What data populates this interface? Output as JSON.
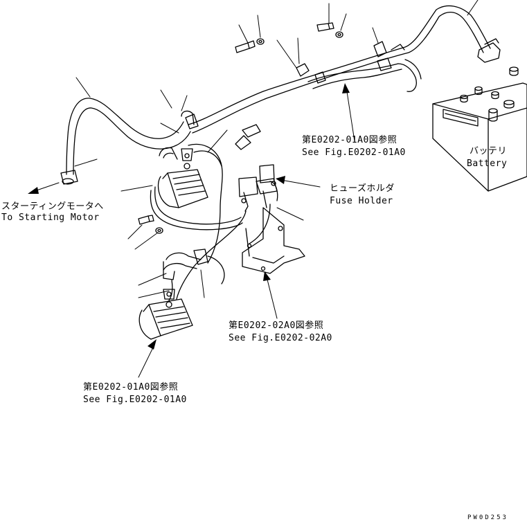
{
  "labels": {
    "starting_motor_jp": "スターティングモータへ",
    "starting_motor_en": "To Starting Motor",
    "fig_ref_top_jp": "第E0202-01A0図参照",
    "fig_ref_top_en": "See Fig.E0202-01A0",
    "battery_jp": "バッテリ",
    "battery_en": "Battery",
    "fuse_holder_jp": "ヒューズホルダ",
    "fuse_holder_en": "Fuse Holder",
    "fig_ref_mid_jp": "第E0202-02A0図参照",
    "fig_ref_mid_en": "See Fig.E0202-02A0",
    "fig_ref_bottom_jp": "第E0202-01A0図参照",
    "fig_ref_bottom_en": "See Fig.E0202-01A0",
    "drawing_code": "PW0D253"
  }
}
